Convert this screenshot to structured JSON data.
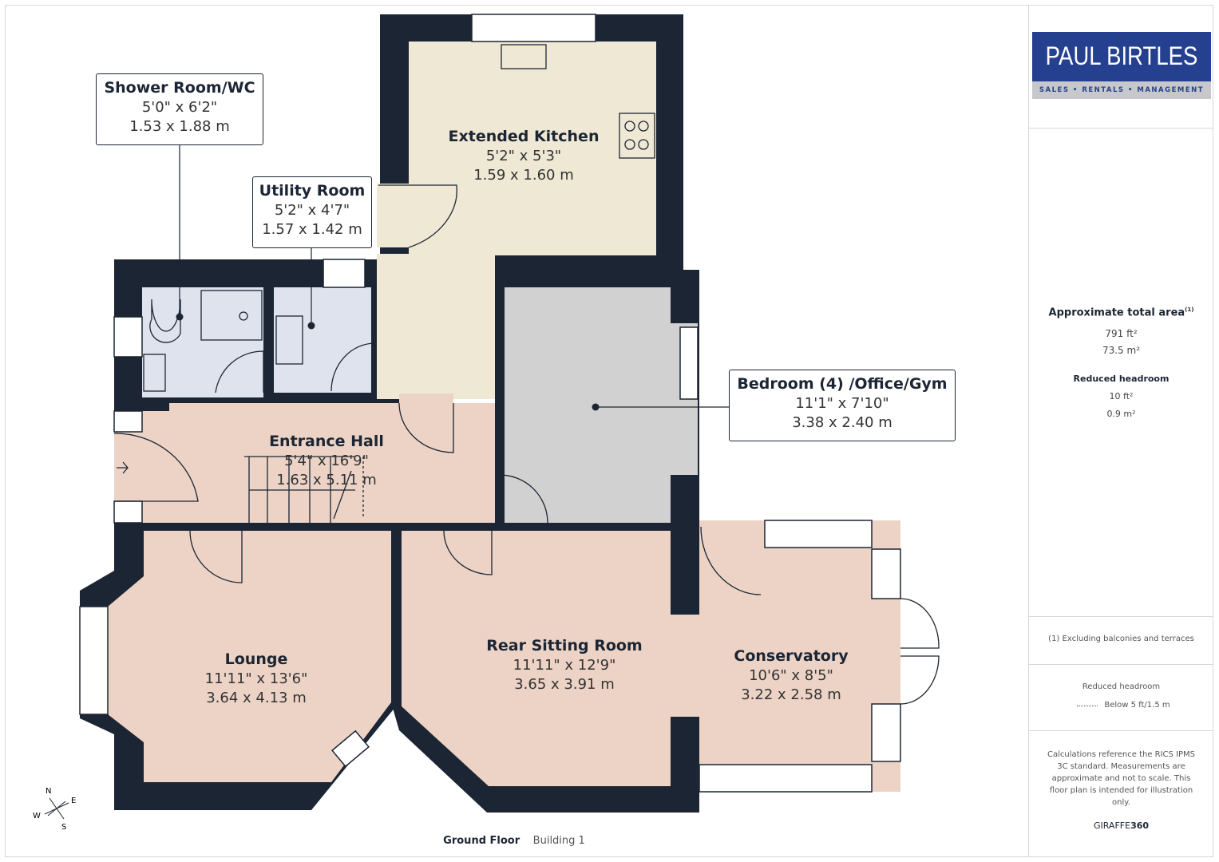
{
  "brand": {
    "name": "PAUL BIRTLES",
    "tagline": "SALES • RENTALS • MANAGEMENT",
    "colors": {
      "brand_blue": "#25408f",
      "wall": "#1c2533",
      "room_pink": "#ecd3c6",
      "kitchen": "#efe8d4",
      "bathroom": "#dfe3ee",
      "bedroom": "#d1d1d1"
    }
  },
  "rooms": [
    {
      "name": "Shower Room/WC",
      "imperial": "5'0\" x 6'2\"",
      "metric": "1.53 x 1.88 m"
    },
    {
      "name": "Utility Room",
      "imperial": "5'2\" x 4'7\"",
      "metric": "1.57 x 1.42 m"
    },
    {
      "name": "Extended Kitchen",
      "imperial": "5'2\" x 5'3\"",
      "metric": "1.59 x 1.60 m"
    },
    {
      "name": "Bedroom (4) /Office/Gym",
      "imperial": "11'1\" x 7'10\"",
      "metric": "3.38 x 2.40 m"
    },
    {
      "name": "Entrance Hall",
      "imperial": "5'4\" x 16'9\"",
      "metric": "1.63 x 5.11 m"
    },
    {
      "name": "Lounge",
      "imperial": "11'11\" x 13'6\"",
      "metric": "3.64 x 4.13 m"
    },
    {
      "name": "Rear Sitting Room",
      "imperial": "11'11\" x 12'9\"",
      "metric": "3.65 x 3.91 m"
    },
    {
      "name": "Conservatory",
      "imperial": "10'6\" x 8'5\"",
      "metric": "3.22 x 2.58 m"
    }
  ],
  "compass": {
    "n": "N",
    "e": "E",
    "s": "S",
    "w": "W"
  },
  "footer": {
    "floor": "Ground Floor",
    "building": "Building 1"
  },
  "panel": {
    "area_title": "Approximate total area",
    "area_sup": "(1)",
    "area_ft": "791 ft²",
    "area_m": "73.5 m²",
    "reduced_title": "Reduced headroom",
    "reduced_ft": "10 ft²",
    "reduced_m": "0.9 m²",
    "footnote": "(1) Excluding balconies and terraces",
    "legend_title": "Reduced headroom",
    "legend_item": "Below 5 ft/1.5 m",
    "disclaimer": "Calculations reference the RICS IPMS 3C standard. Measurements are approximate and not to scale. This floor plan is intended for illustration only.",
    "giraffe_a": "GIRAFFE",
    "giraffe_b": "360"
  }
}
